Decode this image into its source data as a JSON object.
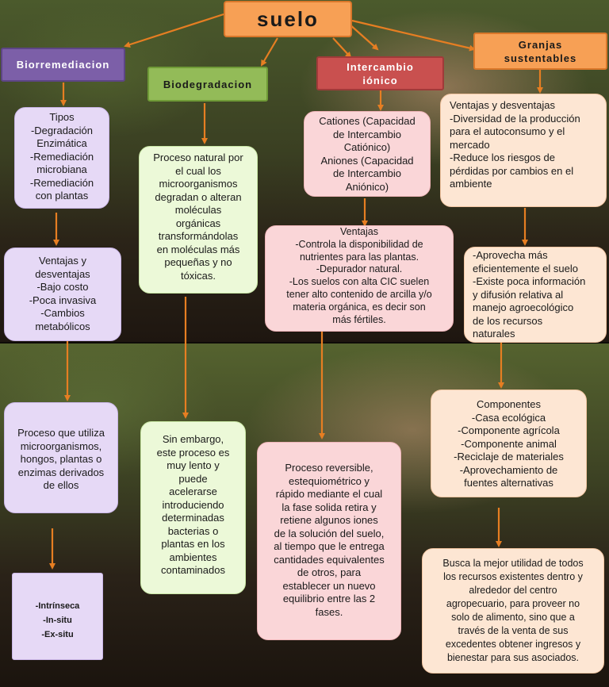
{
  "title": "suelo",
  "headers": {
    "biorremediacion": "Biorremediacion",
    "biodegradacion": "Biodegradacion",
    "intercambio": "Intercambio\niónico",
    "granjas": "Granjas\nsustentables"
  },
  "biorremediacion": {
    "tipos": "Tipos\n-Degradación\nEnzimática\n-Remediación\nmicrobiana\n-Remediación\ncon plantas",
    "ventajas": "Ventajas y\ndesventajas\n-Bajo costo\n-Poca invasiva\n-Cambios\nmetabólicos",
    "proceso": "Proceso que utiliza\nmicroorganismos,\nhongos, plantas o\nenzimas derivados\nde ellos",
    "tipos_sitio": "-Intrínseca\n-In-situ\n-Ex-situ"
  },
  "biodegradacion": {
    "definicion": "Proceso natural por\nel cual los\nmicroorganismos\ndegradan o alteran\nmoléculas\norgánicas\ntransformándolas\nen moléculas más\npequeñas y no\ntóxicas.",
    "sin_embargo": "Sin embargo,\neste proceso es\nmuy lento y\npuede\nacelerarse\nintroduciendo\ndeterminadas\nbacterias o\nplantas en los\nambientes\ncontaminados"
  },
  "intercambio": {
    "cationes": "Cationes (Capacidad\nde Intercambio\nCatiónico)\nAniones (Capacidad\nde Intercambio\nAniónico)",
    "ventajas": "Ventajas\n-Controla la disponibilidad de\nnutrientes para las plantas.\n-Depurador natural.\n-Los suelos con alta CIC suelen\ntener alto contenido de arcilla y/o\nmateria orgánica, es decir son\nmás fértiles.",
    "proceso": "Proceso reversible,\nestequiométrico y\nrápido mediante el cual\nla fase solida retira y\nretiene algunos iones\nde la solución del suelo,\nal tiempo que le entrega\ncantidades equivalentes\nde otros, para\nestablecer un nuevo\nequilibrio entre las 2\nfases."
  },
  "granjas": {
    "ventajas": "Ventajas y desventajas\n-Diversidad de la producción\npara el autoconsumo y el\nmercado\n-Reduce los riesgos de\npérdidas por cambios en el\nambiente",
    "aprovecha": "-Aprovecha más\neficientemente el suelo\n-Existe poca información\ny difusión relativa al\nmanejo agroecológico\nde los recursos\nnaturales",
    "componentes": "Componentes\n-Casa ecológica\n-Componente agrícola\n-Componente animal\n-Reciclaje de materiales\n-Aprovechamiento de\nfuentes alternativas",
    "busca": "Busca la mejor utilidad de todos\nlos recursos existentes dentro y\nalrededor del centro\nagropecuario, para proveer no\nsolo de alimento, sino que a\ntravés de la venta de sus\nexcedentes obtener ingresos y\nbienestar para sus asociados."
  },
  "colors": {
    "arrow": "#e67e22",
    "title_bg": "#f7a055",
    "biorremediacion_bg": "#7c5fa8",
    "biodegradacion_bg": "#93bb58",
    "intercambio_bg": "#c9504f",
    "granjas_bg": "#f7a055"
  }
}
